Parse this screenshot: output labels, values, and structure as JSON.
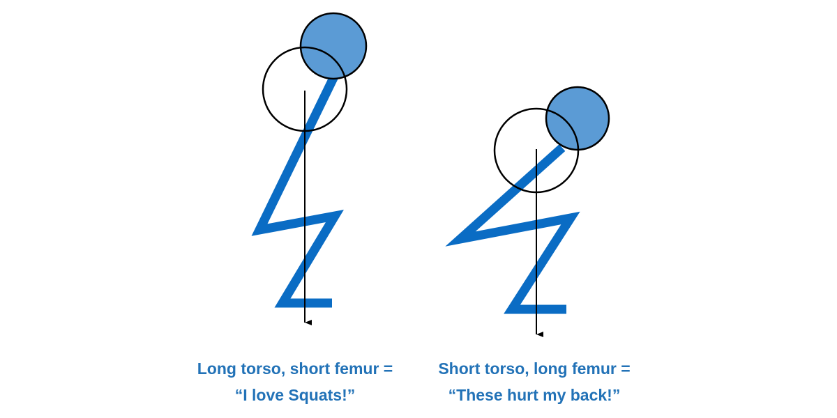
{
  "colors": {
    "limb": "#0a6cc4",
    "head_fill": "#5b9bd5",
    "outline": "#000000",
    "caption": "#2272b7",
    "background": "#ffffff"
  },
  "figures": [
    {
      "id": "long-torso",
      "caption_line1": "Long torso, short femur =",
      "caption_line2": "“I love Squats!”"
    },
    {
      "id": "short-torso",
      "caption_line1": "Short torso, long femur =",
      "caption_line2": "“These hurt my back!”"
    }
  ]
}
